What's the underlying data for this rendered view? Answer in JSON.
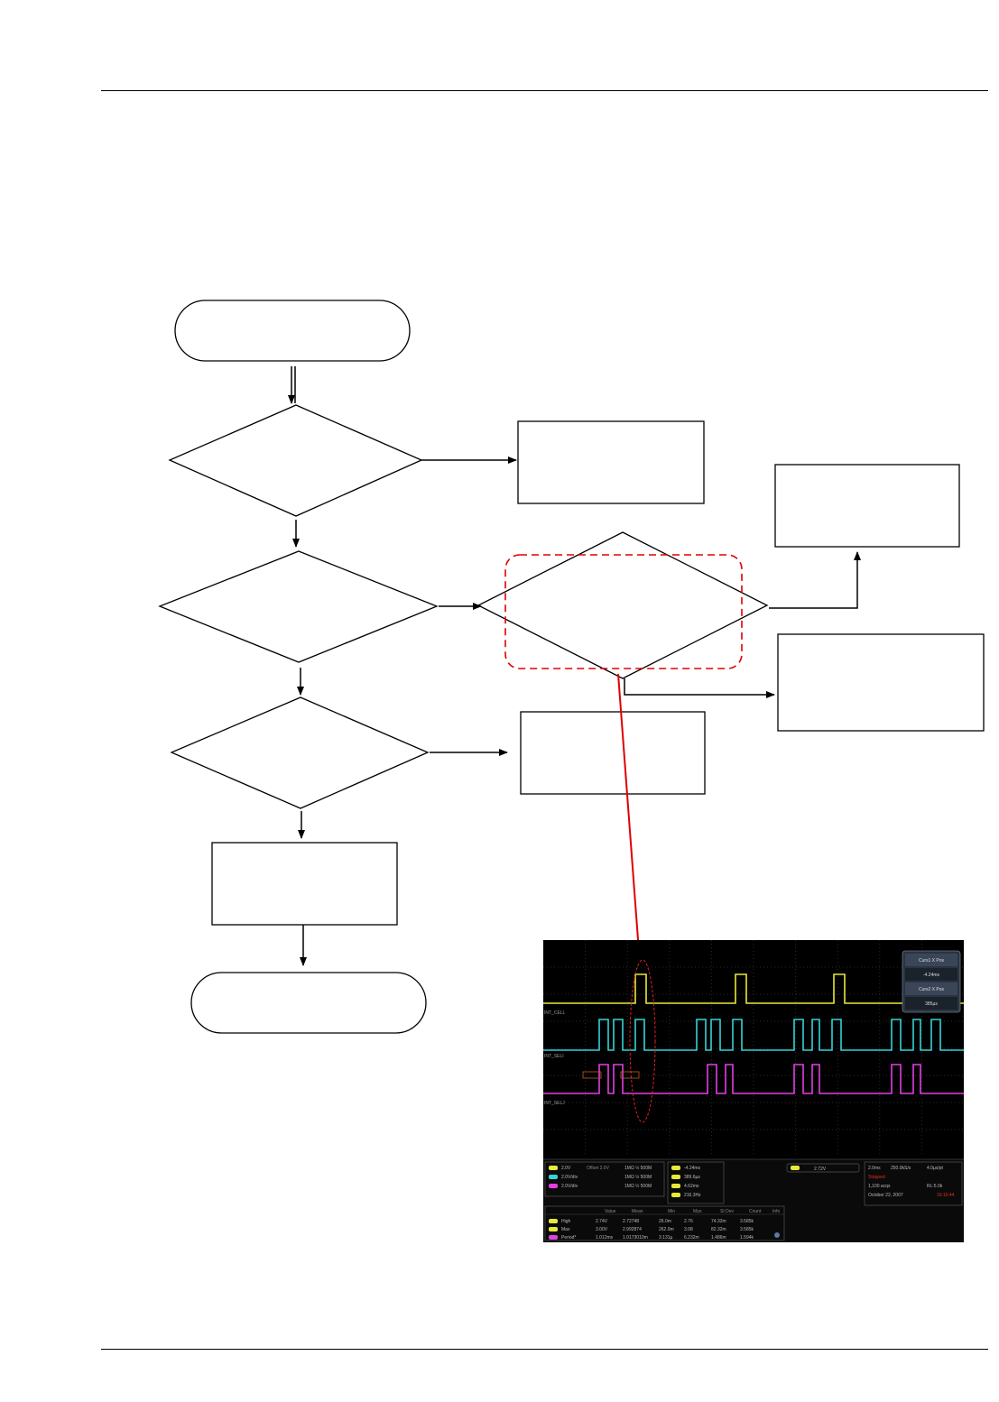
{
  "scope": {
    "trace_colors": {
      "ch1": "#e8e83a",
      "ch2": "#35d3d8",
      "ch3": "#e040e0"
    },
    "trace_labels": [
      "INT_CELL",
      "INT_SELI",
      "INT_SELJ"
    ],
    "menu": [
      "Curs1 X Pos",
      "-4.24ms",
      "Curs2 X Pos",
      "385µs"
    ],
    "channel_readout": [
      {
        "id": "1",
        "volts": "2.0V",
        "extra": "Offset 2.0V",
        "bw": "1MΩ  ½ 500M"
      },
      {
        "id": "2",
        "volts": "2.0V/div",
        "extra": "",
        "bw": "1MΩ  ½ 500M"
      },
      {
        "id": "3",
        "volts": "2.0V/div",
        "extra": "",
        "bw": "1MΩ  ½ 500M"
      }
    ],
    "cursor_readout": [
      "-4.24ms",
      "389.6µs",
      "4.62ms",
      "216.3Hz"
    ],
    "trigger_readout": "2.72V",
    "acq": {
      "timebase": "2.0ms",
      "rate": "250.0kS/s",
      "pts": "4.0µs/pt",
      "state": "Stopped",
      "acqs": "1,100 acqs",
      "rl": "RL:5.0k",
      "date": "October 22, 2007",
      "time": "16:16:44"
    },
    "measurements": {
      "headers": [
        "",
        "Value",
        "Mean",
        "Min",
        "Max",
        "St Dev",
        "Count",
        "Info"
      ],
      "rows": [
        {
          "ch": "1",
          "name": "High",
          "cells": [
            "2.74V",
            "2.72748",
            "26.0m",
            "2.76",
            "74.32m",
            "3.585k",
            ""
          ]
        },
        {
          "ch": "1",
          "name": "Max",
          "cells": [
            "3.00V",
            "2.992874",
            "262.0m",
            "3.08",
            "82.32m",
            "3.585k",
            ""
          ]
        },
        {
          "ch": "3",
          "name": "Period*",
          "cells": [
            "1.012ms",
            "1.0173010m",
            "3.131µ",
            "6.232m",
            "1.486m",
            "1.594k",
            ""
          ]
        }
      ]
    }
  }
}
